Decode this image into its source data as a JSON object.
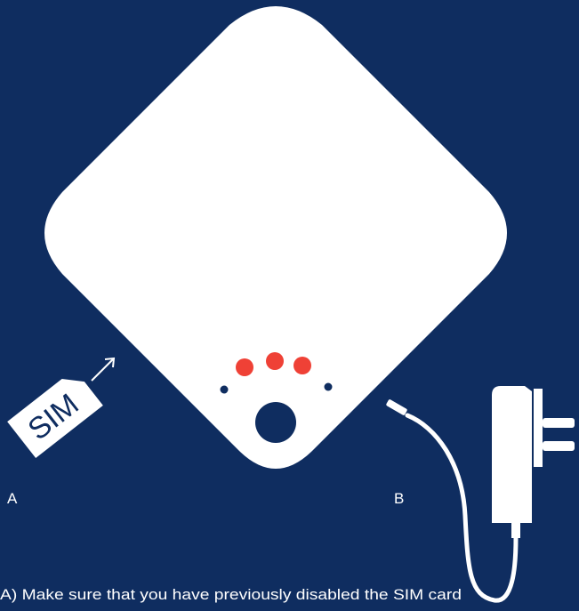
{
  "colors": {
    "background": "#0f2d60",
    "device": "#ffffff",
    "led": "#ef4136",
    "dot": "#0f2d60"
  },
  "sim_card": {
    "label": "SIM",
    "icon": "sim-card-icon"
  },
  "labels": {
    "a": "A",
    "b": "B"
  },
  "caption": "A) Make sure that you have previously disabled the SIM card",
  "device": {
    "status_leds": 3,
    "icons": [
      "router-device-icon",
      "power-adapter-icon",
      "power-cable-icon",
      "arrow-icon"
    ]
  }
}
